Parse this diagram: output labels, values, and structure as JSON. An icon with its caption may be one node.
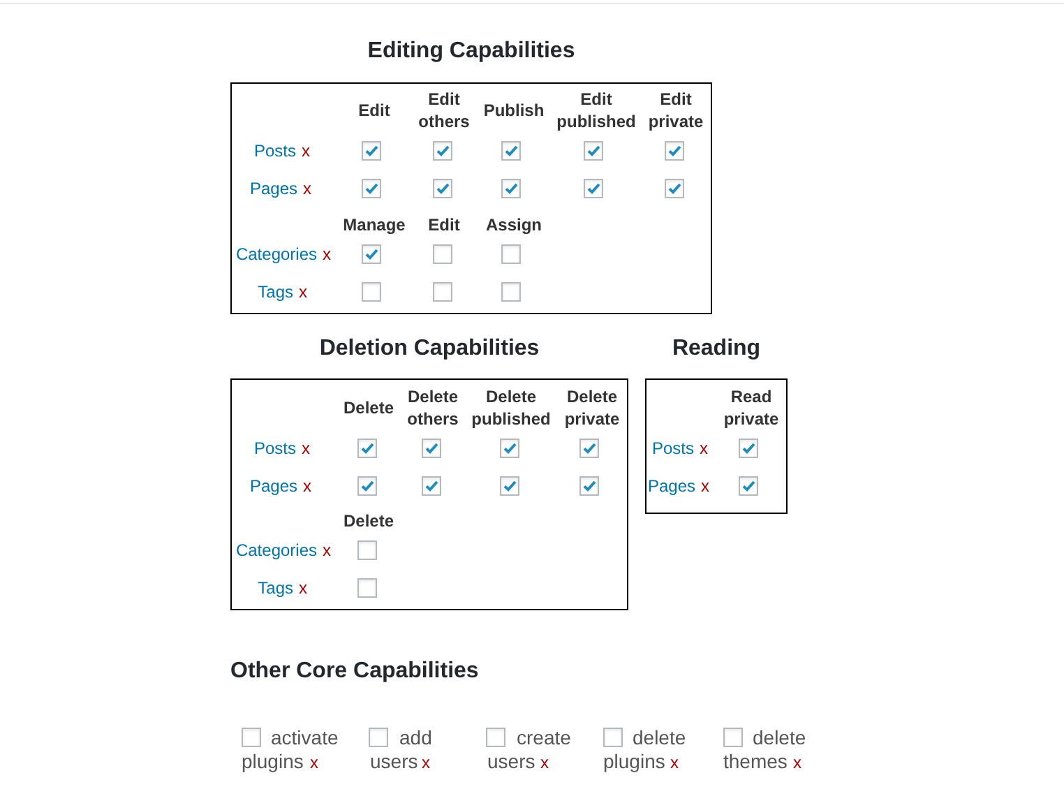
{
  "diagram": {
    "nodes": [
      {
        "text": [
          "Editing Capabilities"
        ]
      },
      {
        "text": [],
        "shape": "checked-box",
        "in": 0
      },
      {
        "text": [],
        "shape": "checked-box",
        "in": 0
      },
      {
        "text": [],
        "shape": "checked-box",
        "in": 0
      },
      {
        "text": [],
        "shape": "checked-box",
        "in": 0
      },
      {
        "text": [],
        "shape": "checked-box",
        "in": 0
      },
      {
        "text": [],
        "shape": "checked-box",
        "in": 0
      },
      {
        "text": [],
        "shape": "checked-box",
        "in": 0
      },
      {
        "text": [],
        "shape": "checked-box",
        "in": 0
      },
      {
        "text": [],
        "shape": "checked-box",
        "in": 0
      },
      {
        "text": [],
        "shape": "checked-box",
        "in": 0
      },
      {
        "text": [],
        "shape": "checked-box",
        "in": 0
      },
      {
        "text": [],
        "shape": "checkbox",
        "in": 0
      },
      {
        "text": [],
        "shape": "checkbox",
        "in": 0
      },
      {
        "text": [],
        "shape": "checkbox",
        "in": 0
      },
      {
        "text": [],
        "shape": "checkbox",
        "in": 0
      },
      {
        "text": [],
        "shape": "checkbox",
        "in": 0
      },
      {
        "text": [
          "Deletion Capabilities"
        ]
      },
      {
        "text": [],
        "shape": "checked-box",
        "in": 17
      },
      {
        "text": [],
        "shape": "checked-box",
        "in": 17
      },
      {
        "text": [],
        "shape": "checked-box",
        "in": 17
      },
      {
        "text": [],
        "shape": "checked-box",
        "in": 17
      },
      {
        "text": [],
        "shape": "checked-box",
        "in": 17
      },
      {
        "text": [],
        "shape": "checked-box",
        "in": 17
      },
      {
        "text": [],
        "shape": "checked-box",
        "in": 17
      },
      {
        "text": [],
        "shape": "checked-box",
        "in": 17
      },
      {
        "text": [],
        "shape": "checkbox",
        "in": 17
      },
      {
        "text": [],
        "shape": "checkbox",
        "in": 17
      },
      {
        "text": [
          "Reading"
        ]
      },
      {
        "text": [],
        "shape": "checked-box",
        "in": 28
      },
      {
        "text": [],
        "shape": "checked-box",
        "in": 28
      },
      {
        "text": [],
        "shape": "checkbox"
      },
      {
        "text": [],
        "shape": "checkbox"
      },
      {
        "text": [],
        "shape": "checkbox"
      },
      {
        "text": [],
        "shape": "checkbox"
      },
      {
        "text": [],
        "shape": "checkbox"
      }
    ],
    "labels": [
      "Edit",
      "Edit others",
      "Publish",
      "Edit published",
      "Edit private",
      "Posts",
      "x",
      "Pages",
      "x",
      "Manage",
      "Edit",
      "Assign",
      "Categories",
      "x",
      "Tags",
      "x",
      "Delete",
      "Delete others",
      "Delete published",
      "Delete private",
      "Posts",
      "x",
      "Pages",
      "x",
      "Delete",
      "Categories",
      "x",
      "Tags",
      "x",
      "Read private",
      "Posts",
      "x",
      "Pages",
      "x",
      "Other Core Capabilities",
      "activate plugins",
      "x",
      "add users",
      "x",
      "create users",
      "x",
      "delete plugins",
      "x",
      "delete themes",
      "x"
    ]
  }
}
